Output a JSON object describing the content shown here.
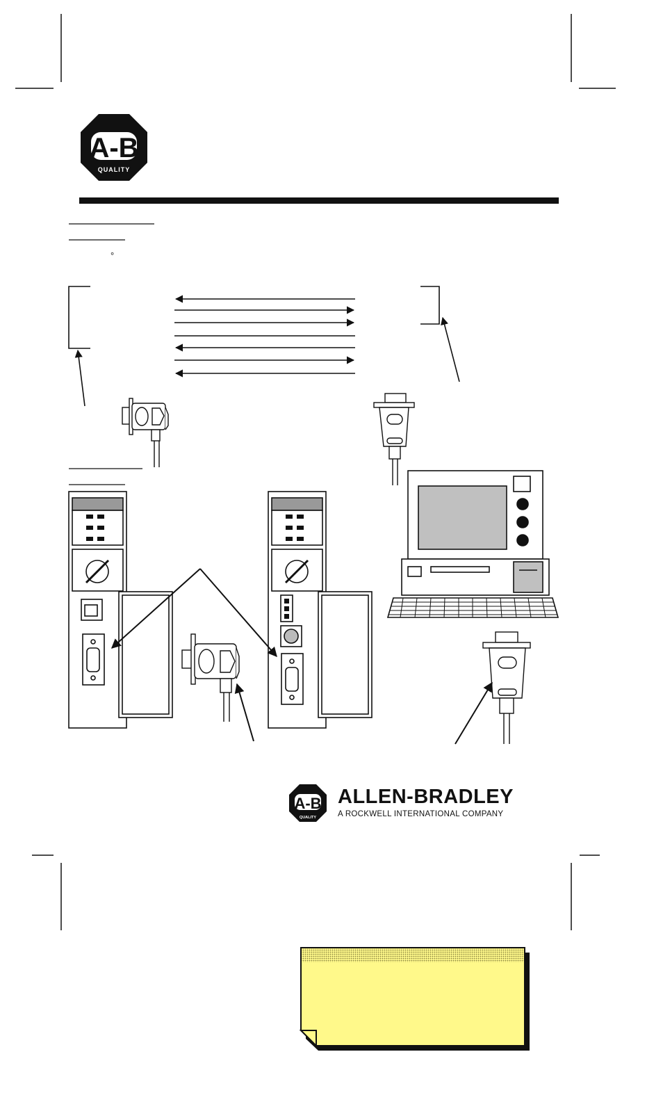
{
  "logo": {
    "monogram": "A-B",
    "quality_label": "QUALITY"
  },
  "intro": {
    "degree_symbol": "°"
  },
  "brand": {
    "name": "ALLEN-BRADLEY",
    "tagline": "A ROCKWELL INTERNATIONAL COMPANY"
  },
  "colors": {
    "rule": "#111111",
    "screen": "#c0c0c0",
    "note_fill": "#fff98a",
    "note_header": "#d9d36a",
    "note_shadow": "#111111"
  },
  "icons": [
    "ab-quality-logo-icon",
    "9-pin-connector-icon",
    "db9-connector-icon",
    "processor-module-icon",
    "personal-computer-icon",
    "sticky-note-icon"
  ]
}
